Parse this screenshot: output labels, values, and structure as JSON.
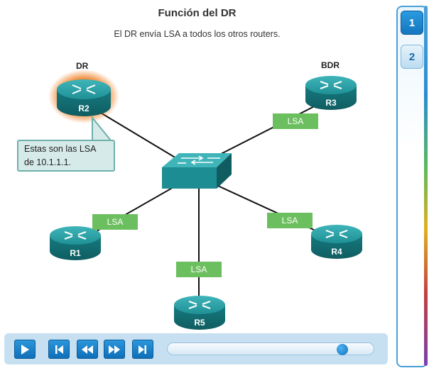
{
  "header": {
    "title": "Función del DR",
    "subtitle": "El DR envía LSA a todos los otros routers."
  },
  "roles": {
    "dr": "DR",
    "bdr": "BDR"
  },
  "callout": {
    "text": "Estas son las LSA de 10.1.1.1."
  },
  "routers": {
    "r1": "R1",
    "r2": "R2",
    "r3": "R3",
    "r4": "R4",
    "r5": "R5"
  },
  "lsa": {
    "label": "LSA"
  },
  "steps": [
    "1",
    "2"
  ],
  "player": {
    "progress": 0.87,
    "buttons": [
      "play-icon",
      "skip-back-icon",
      "rewind-icon",
      "fast-forward-icon",
      "skip-forward-icon"
    ]
  },
  "colors": {
    "router_body": "#1c8d92",
    "highlight": "#f07c1e",
    "lsa_tag": "#6cbf5e",
    "accent": "#1476c0"
  }
}
